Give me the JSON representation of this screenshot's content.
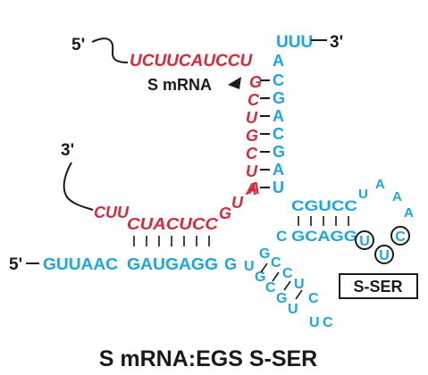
{
  "diagram": {
    "caption": "S mRNA:EGS S-SER",
    "smrna_label": "S mRNA",
    "box_label": "S-SER",
    "ends": {
      "five_prime_top": "5'",
      "three_prime_top": "3'",
      "three_prime_left": "3'",
      "five_prime_bottom": "5'"
    },
    "strands": {
      "red_top": "UCUUCAUCCU",
      "red_stem": [
        "G",
        "C",
        "U",
        "G",
        "C",
        "U",
        "A",
        "U",
        "G"
      ],
      "red_cuu": "CUU",
      "red_cuacucc": "CUACUCC",
      "blue_uuu": "UUU",
      "blue_stem": [
        "A",
        "C",
        "G",
        "A",
        "C",
        "G",
        "A",
        "U"
      ],
      "blue_left": "GUUAAC",
      "blue_gaugagg": "GAUGAGG",
      "blue_g": "G",
      "blue_c": "C",
      "blue_cgucc": "CGUCC",
      "blue_gcagg": "GCAGG",
      "loop_top": [
        "U",
        "A",
        "A",
        "A"
      ],
      "loop_circled": [
        "C",
        "U",
        "U"
      ],
      "lower_left": [
        "U",
        "G",
        "C",
        "G",
        "U"
      ],
      "lower_right": [
        "G",
        "C",
        "C",
        "U",
        "C"
      ]
    },
    "colors": {
      "rna": "#d8283a",
      "egs": "#1aa6e0",
      "text": "#1a1a1a"
    }
  }
}
